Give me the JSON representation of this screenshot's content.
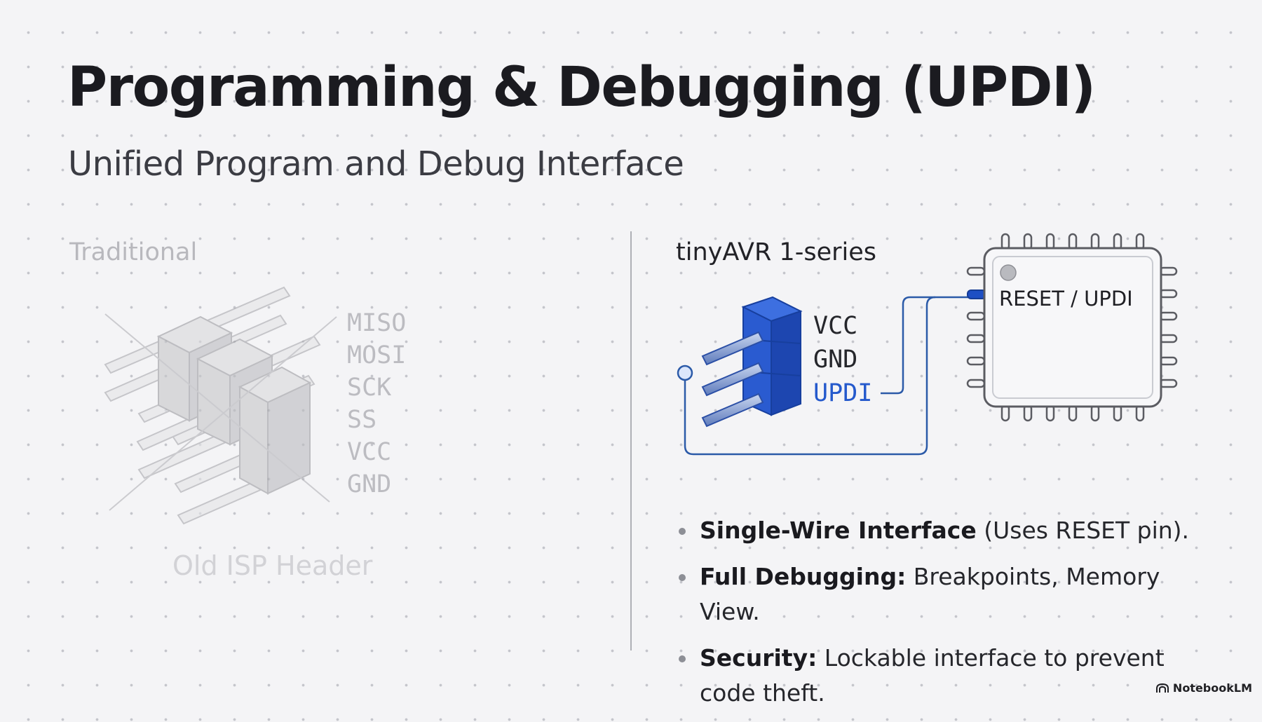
{
  "slide": {
    "title": "Programming & Debugging (UPDI)",
    "subtitle": "Unified Program and Debug Interface"
  },
  "traditional": {
    "heading": "Traditional",
    "pins": [
      "MISO",
      "MOSI",
      "SCK",
      "SS",
      "VCC",
      "GND"
    ],
    "caption": "Old ISP Header"
  },
  "tinyavr": {
    "heading": "tinyAVR 1-series",
    "pins": [
      "VCC",
      "GND",
      "UPDI"
    ],
    "chip_label": "RESET / UPDI",
    "bullets": [
      {
        "bold": "Single-Wire Interface",
        "text": " (Uses RESET pin)."
      },
      {
        "bold": "Full Debugging:",
        "text": " Breakpoints, Memory View."
      },
      {
        "bold": "Security:",
        "text": " Lockable interface to prevent code theft."
      }
    ]
  },
  "brand": {
    "name": "NotebookLM",
    "icon": "notebooklm-logo-icon"
  },
  "colors": {
    "accent_blue": "#2459cc",
    "wire_blue": "#2b5aa8",
    "faded_gray": "#bcbcc1",
    "chip_outline": "#5b5c62"
  }
}
